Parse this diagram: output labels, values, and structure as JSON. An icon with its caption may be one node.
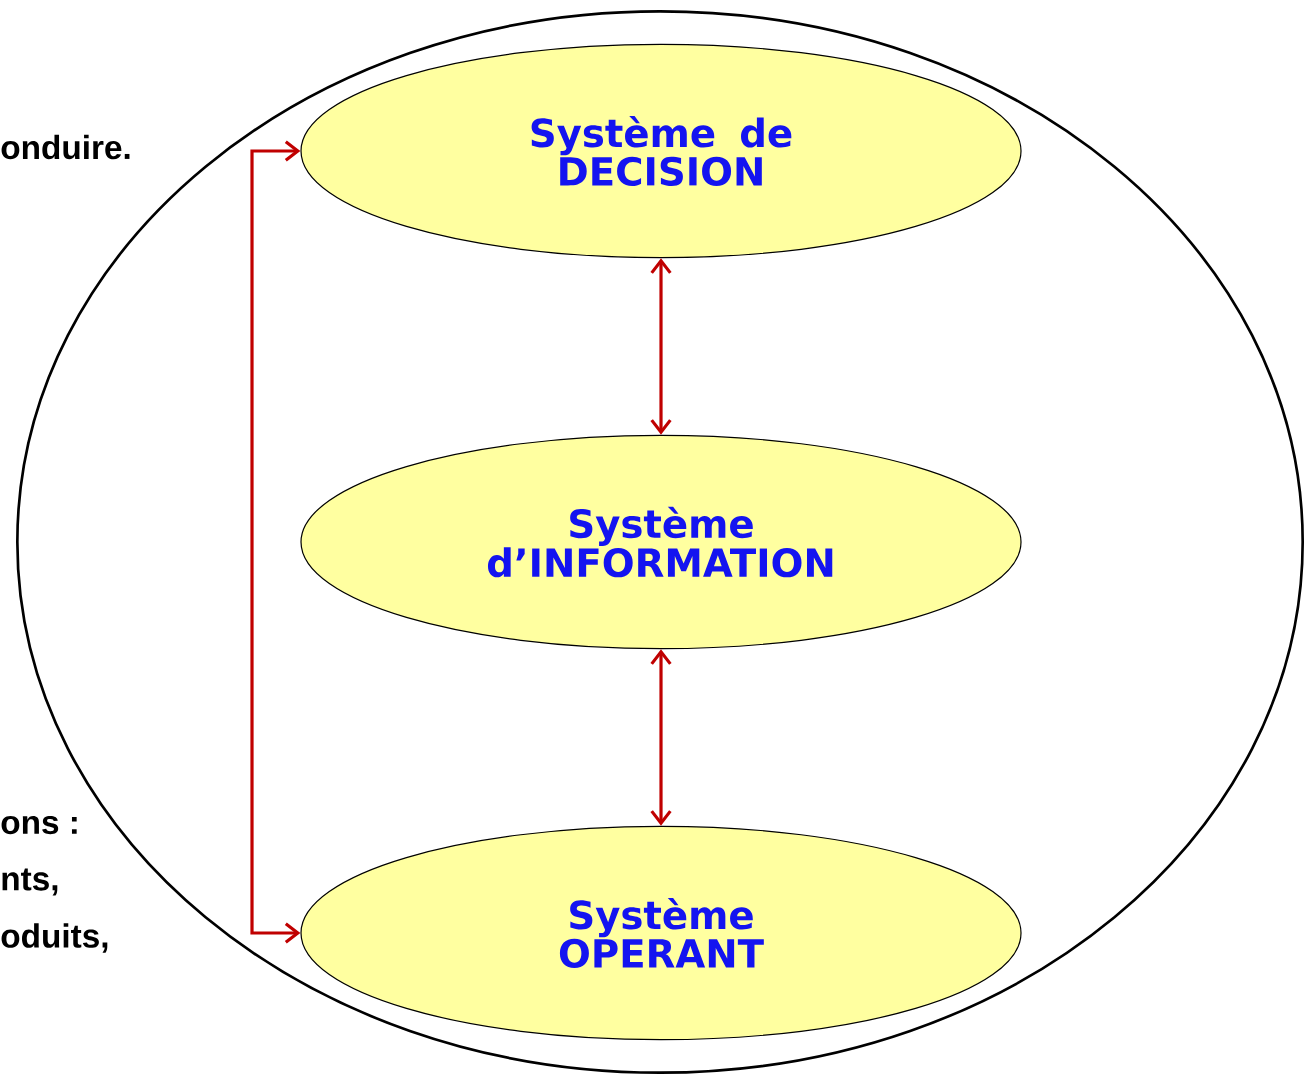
{
  "diagram": {
    "nodes": [
      {
        "text": [],
        "shape": "ellipse"
      },
      {
        "text": [
          "Système de DECISION"
        ],
        "in": 0
      },
      {
        "text": [
          "Système d’INFORMATION"
        ],
        "in": 0
      },
      {
        "text": [
          "Système OPERANT"
        ],
        "in": 0
      }
    ],
    "edges": [
      {
        "from": 1,
        "to": 2,
        "arrow": "both"
      },
      {
        "from": 2,
        "to": 3,
        "arrow": "both"
      },
      {
        "from": 1,
        "to": 3,
        "arrow": "both"
      }
    ],
    "labels": [
      "onduire.",
      "ons :",
      "nts,",
      "oduits,"
    ]
  }
}
